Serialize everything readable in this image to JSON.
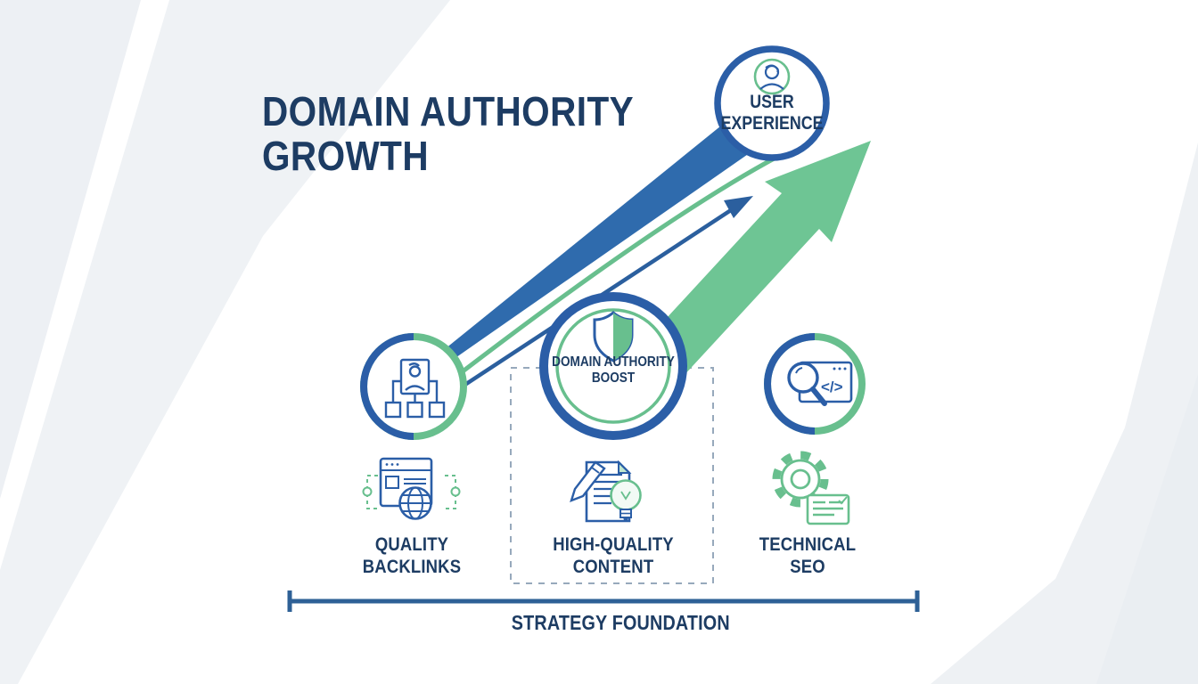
{
  "title": {
    "line1": "DOMAIN AUTHORITY",
    "line2": "GROWTH"
  },
  "nodes": {
    "user_experience": {
      "line1": "USER",
      "line2": "EXPERIENCE",
      "icon": "user-icon"
    },
    "boost": {
      "line1": "DOMAIN AUTHORITY",
      "line2": "BOOST",
      "icon": "shield-icon"
    },
    "backlinks_hub": {
      "icon": "sitemap-icon"
    },
    "technical_hub": {
      "icon": "search-code-icon",
      "code_text": "</>"
    }
  },
  "pillars": [
    {
      "line1": "QUALITY",
      "line2": "BACKLINKS",
      "icon": "browser-globe-icon"
    },
    {
      "line1": "HIGH-QUALITY",
      "line2": "CONTENT",
      "icon": "document-pencil-bulb-icon"
    },
    {
      "line1": "TECHNICAL",
      "line2": "SEO",
      "icon": "gear-card-icon"
    }
  ],
  "foundation": {
    "label": "STRATEGY FOUNDATION"
  },
  "colors": {
    "navy_text": "#1d3c63",
    "blue": "#2b5ea7",
    "blue_arrow": "#2f6bad",
    "green": "#68bf8e",
    "green_arrow": "#6ec594",
    "background_shape": "#edf0f4",
    "dashed_guide": "#97a9bc"
  }
}
